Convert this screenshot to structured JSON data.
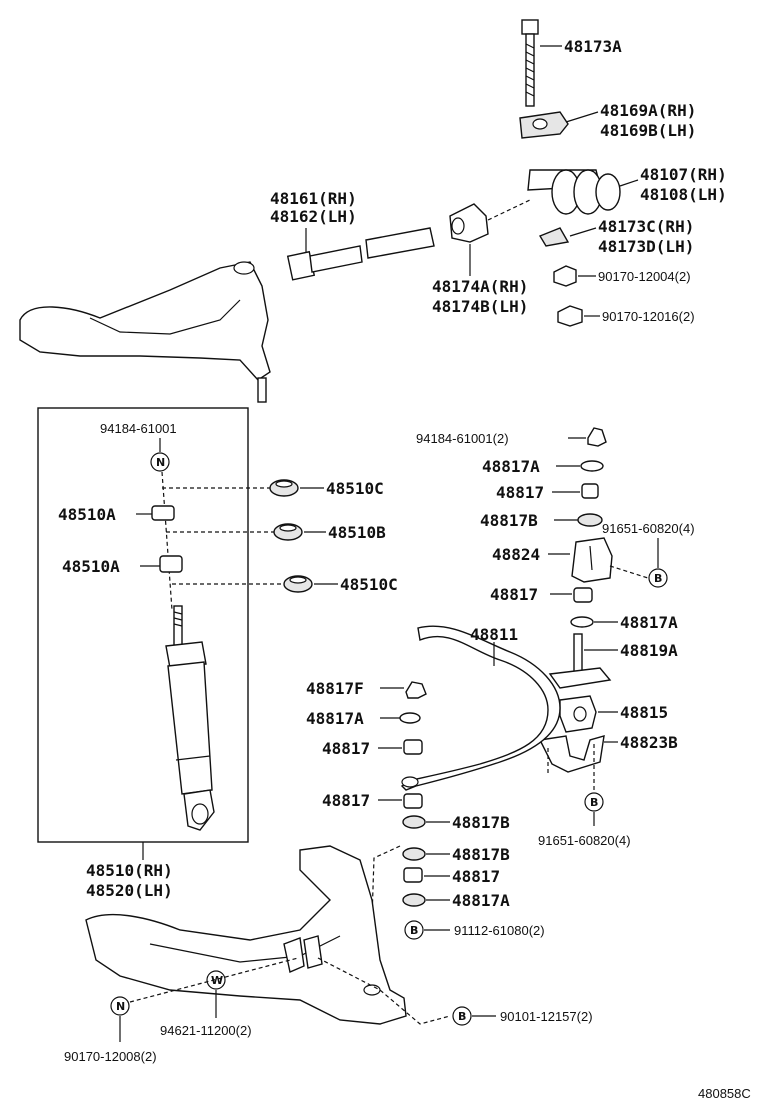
{
  "diagram_code": "480858C",
  "labels": {
    "p48173A": "48173A",
    "p48169A": "48169A(RH)",
    "p48169B": "48169B(LH)",
    "p48107": "48107(RH)",
    "p48108": "48108(LH)",
    "p48161": "48161(RH)",
    "p48162": "48162(LH)",
    "p48173C": "48173C(RH)",
    "p48173D": "48173D(LH)",
    "p48174A": "48174A(RH)",
    "p48174B": "48174B(LH)",
    "p90170_12004": "90170-12004(2)",
    "p90170_12016": "90170-12016(2)",
    "p94184_61001_top": "94184-61001",
    "p48510C_1": "48510C",
    "p48510A_1": "48510A",
    "p48510B": "48510B",
    "p48510A_2": "48510A",
    "p48510C_2": "48510C",
    "p48510": "48510(RH)",
    "p48520": "48520(LH)",
    "p94184_61001_2": "94184-61001(2)",
    "p48817A_1": "48817A",
    "p48817_1": "48817",
    "p48817B_1": "48817B",
    "p91651_60820_top": "91651-60820(4)",
    "p48824": "48824",
    "p48817_2": "48817",
    "p48817A_2": "48817A",
    "p48811": "48811",
    "p48819A": "48819A",
    "p48817F": "48817F",
    "p48815": "48815",
    "p48817A_3": "48817A",
    "p48817_3": "48817",
    "p48823B": "48823B",
    "p48817_4": "48817",
    "p48817B_2": "48817B",
    "p91651_60820_bottom": "91651-60820(4)",
    "p48817B_3": "48817B",
    "p48817_5": "48817",
    "p48817A_4": "48817A",
    "p91112_61080": "91112-61080(2)",
    "p94621_11200": "94621-11200(2)",
    "p90101_12157": "90101-12157(2)",
    "p90170_12008": "90170-12008(2)"
  },
  "markers": {
    "n": "N",
    "b": "B",
    "w": "W"
  }
}
